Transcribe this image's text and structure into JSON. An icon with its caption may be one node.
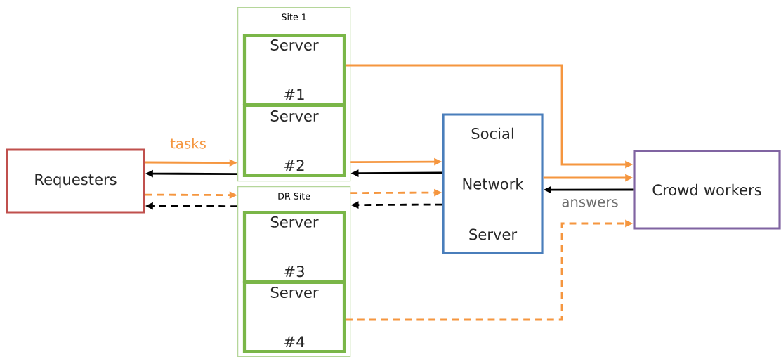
{
  "diagram": {
    "nodes": [
      {
        "text": [
          "Requesters"
        ]
      },
      {
        "text": [
          "Site 1"
        ]
      },
      {
        "text": [
          "Server #1"
        ],
        "in": 1
      },
      {
        "text": [
          "Server #2"
        ],
        "in": 1
      },
      {
        "text": [
          "DR Site"
        ]
      },
      {
        "text": [
          "Server #3"
        ],
        "in": 4
      },
      {
        "text": [
          "Server #4"
        ],
        "in": 4
      },
      {
        "text": [
          "Social Network Server"
        ]
      },
      {
        "text": [
          "Crowd workers"
        ]
      }
    ],
    "edges": [
      {
        "from": 0,
        "to": 1,
        "arrow": "to",
        "label": "tasks"
      },
      {
        "from": 1,
        "to": 0,
        "arrow": "to",
        "color": "#000000"
      },
      {
        "from": 0,
        "to": 4,
        "arrow": "to",
        "style": "dashed"
      },
      {
        "from": 4,
        "to": 0,
        "arrow": "to",
        "style": "dashed",
        "color": "#000000"
      },
      {
        "from": 1,
        "to": 7,
        "arrow": "to"
      },
      {
        "from": 7,
        "to": 1,
        "arrow": "to",
        "color": "#000000"
      },
      {
        "from": 4,
        "to": 7,
        "arrow": "to",
        "style": "dashed"
      },
      {
        "from": 7,
        "to": 4,
        "arrow": "to",
        "style": "dashed",
        "color": "#000000"
      },
      {
        "from": 2,
        "to": 8,
        "arrow": "to"
      },
      {
        "from": 7,
        "to": 8,
        "arrow": "to"
      },
      {
        "from": 8,
        "to": 7,
        "arrow": "to",
        "color": "#000000",
        "label": "answers"
      },
      {
        "from": 6,
        "to": 8,
        "arrow": "to",
        "style": "dashed"
      }
    ]
  }
}
